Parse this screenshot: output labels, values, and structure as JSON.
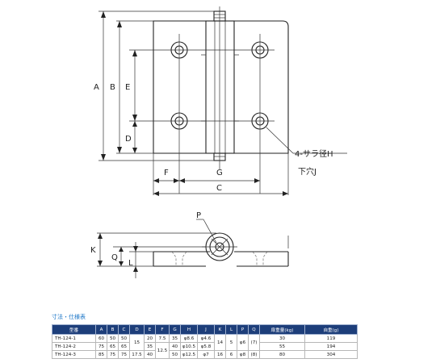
{
  "labels": {
    "A": "A",
    "B": "B",
    "E": "E",
    "D": "D",
    "F": "F",
    "G": "G",
    "C": "C",
    "hole_1": "4-サラ径H",
    "hole_2": "下穴J",
    "P": "P",
    "K": "K",
    "Q": "Q",
    "L": "L"
  },
  "table": {
    "title": "寸法・仕様表",
    "headers": [
      "型番",
      "A",
      "B",
      "C",
      "D",
      "E",
      "F",
      "G",
      "H",
      "J",
      "K",
      "L",
      "P",
      "Q",
      "扉重量(kg)",
      "自重(g)"
    ],
    "rows": [
      {
        "model": "TH-124-1",
        "A": "60",
        "B": "50",
        "C": "50",
        "D": "15",
        "E": "20",
        "F": "7.5",
        "G": "35",
        "H": "φ8.6",
        "J": "φ4.6",
        "K": "14",
        "L": "5",
        "P": "φ6",
        "Q": "(7)",
        "door_weight": "30",
        "self_weight": "119"
      },
      {
        "model": "TH-124-2",
        "A": "75",
        "B": "65",
        "C": "65",
        "E": "35",
        "F": "12.5",
        "G": "40",
        "H": "φ10.5",
        "J": "φ5.8",
        "door_weight": "55",
        "self_weight": "194"
      },
      {
        "model": "TH-124-3",
        "A": "85",
        "B": "75",
        "C": "75",
        "D": "17.5",
        "E": "40",
        "G": "50",
        "H": "φ12.5",
        "J": "φ7",
        "K": "16",
        "L": "6",
        "P": "φ8",
        "Q": "(8)",
        "door_weight": "80",
        "self_weight": "304"
      }
    ]
  }
}
